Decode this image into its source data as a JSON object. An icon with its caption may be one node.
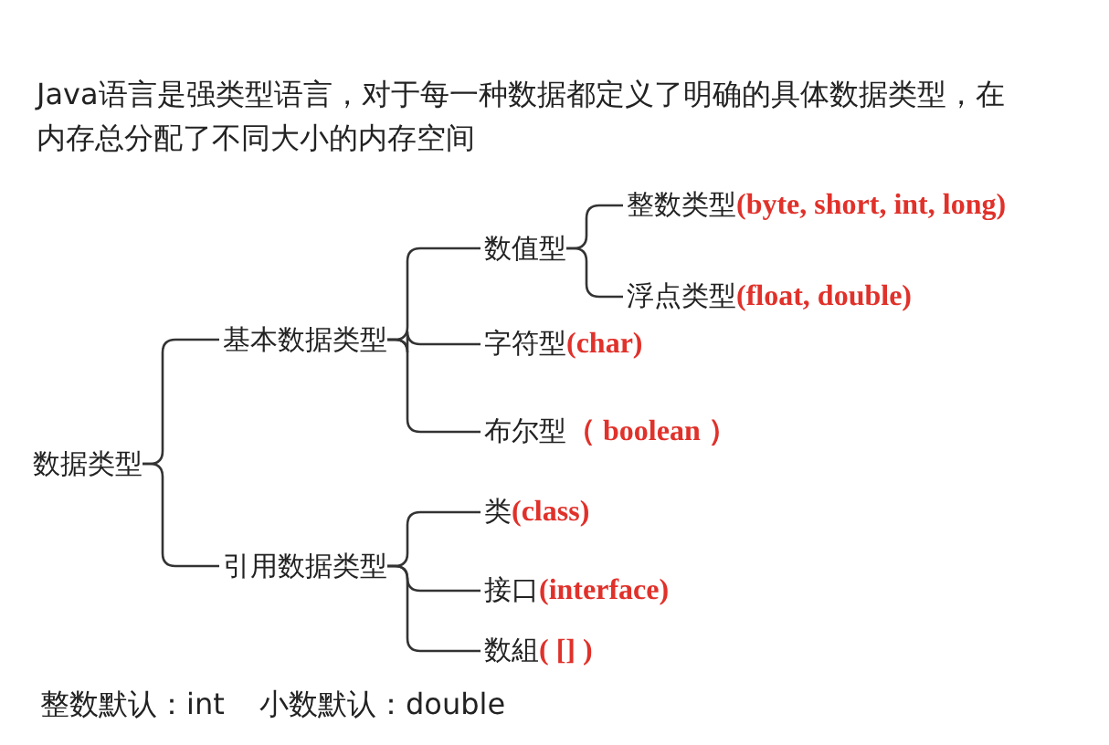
{
  "diagram": {
    "nodes": [
      {
        "text": [
          "数据类型"
        ]
      },
      {
        "text": [
          "基本数据类型"
        ]
      },
      {
        "text": [
          "数值型"
        ]
      },
      {
        "text": [
          "整数类型",
          "(byte, short, int, long)"
        ]
      },
      {
        "text": [
          "浮点类型",
          "(float, double)"
        ]
      },
      {
        "text": [
          "字符型",
          "(char)"
        ]
      },
      {
        "text": [
          "布尔型",
          "（ boolean ）"
        ]
      },
      {
        "text": [
          "引用数据类型"
        ]
      },
      {
        "text": [
          "类",
          "(class)"
        ]
      },
      {
        "text": [
          "接口",
          "(interface)"
        ]
      },
      {
        "text": [
          "数組",
          "( [] )"
        ]
      }
    ],
    "edges": [
      {
        "from": 0,
        "to": 1,
        "arrow": "none"
      },
      {
        "from": 0,
        "to": 7,
        "arrow": "none"
      },
      {
        "from": 1,
        "to": 2,
        "arrow": "none"
      },
      {
        "from": 1,
        "to": 5,
        "arrow": "none"
      },
      {
        "from": 1,
        "to": 6,
        "arrow": "none"
      },
      {
        "from": 2,
        "to": 3,
        "arrow": "none"
      },
      {
        "from": 2,
        "to": 4,
        "arrow": "none"
      },
      {
        "from": 7,
        "to": 8,
        "arrow": "none"
      },
      {
        "from": 7,
        "to": 9,
        "arrow": "none"
      },
      {
        "from": 7,
        "to": 10,
        "arrow": "none"
      }
    ],
    "labels": [
      "Java语言是强类型语言，对于每一种数据都定义了明确的具体数据类型，在内存总分配了不同大小的内存空间",
      "整数默认：int",
      "小数默认：double"
    ]
  }
}
